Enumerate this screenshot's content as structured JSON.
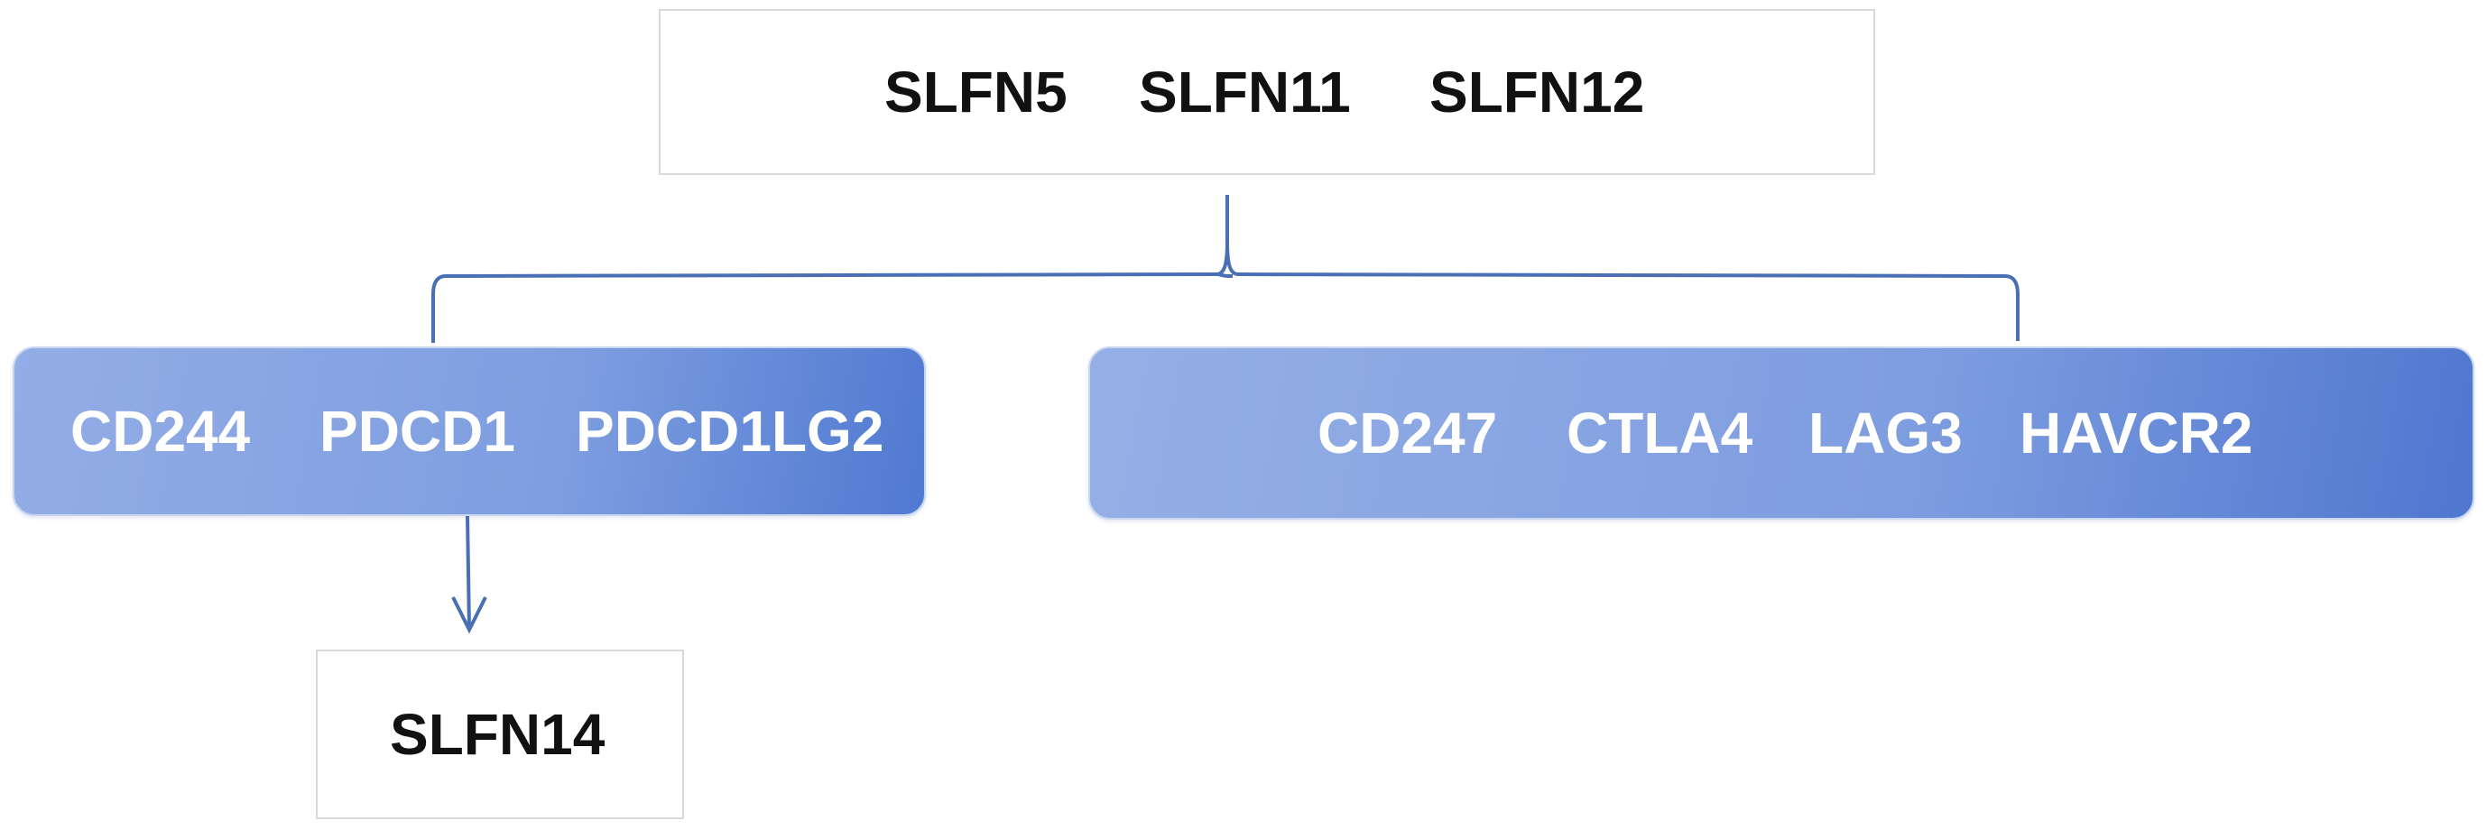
{
  "top_group": {
    "genes": [
      "SLFN5",
      "SLFN11",
      "SLFN12"
    ]
  },
  "left_group": {
    "genes": [
      "CD244",
      "PDCD1",
      "PDCD1LG2"
    ]
  },
  "right_group": {
    "genes": [
      "CD247",
      "CTLA4",
      "LAG3",
      "HAVCR2"
    ]
  },
  "bottom_group": {
    "genes": [
      "SLFN14"
    ]
  },
  "colors": {
    "connector": "#4a6fb5",
    "box_blue_light": "#93ade6",
    "box_blue_dark": "#4f77cf",
    "box_border_white": "#d9d9d9"
  }
}
